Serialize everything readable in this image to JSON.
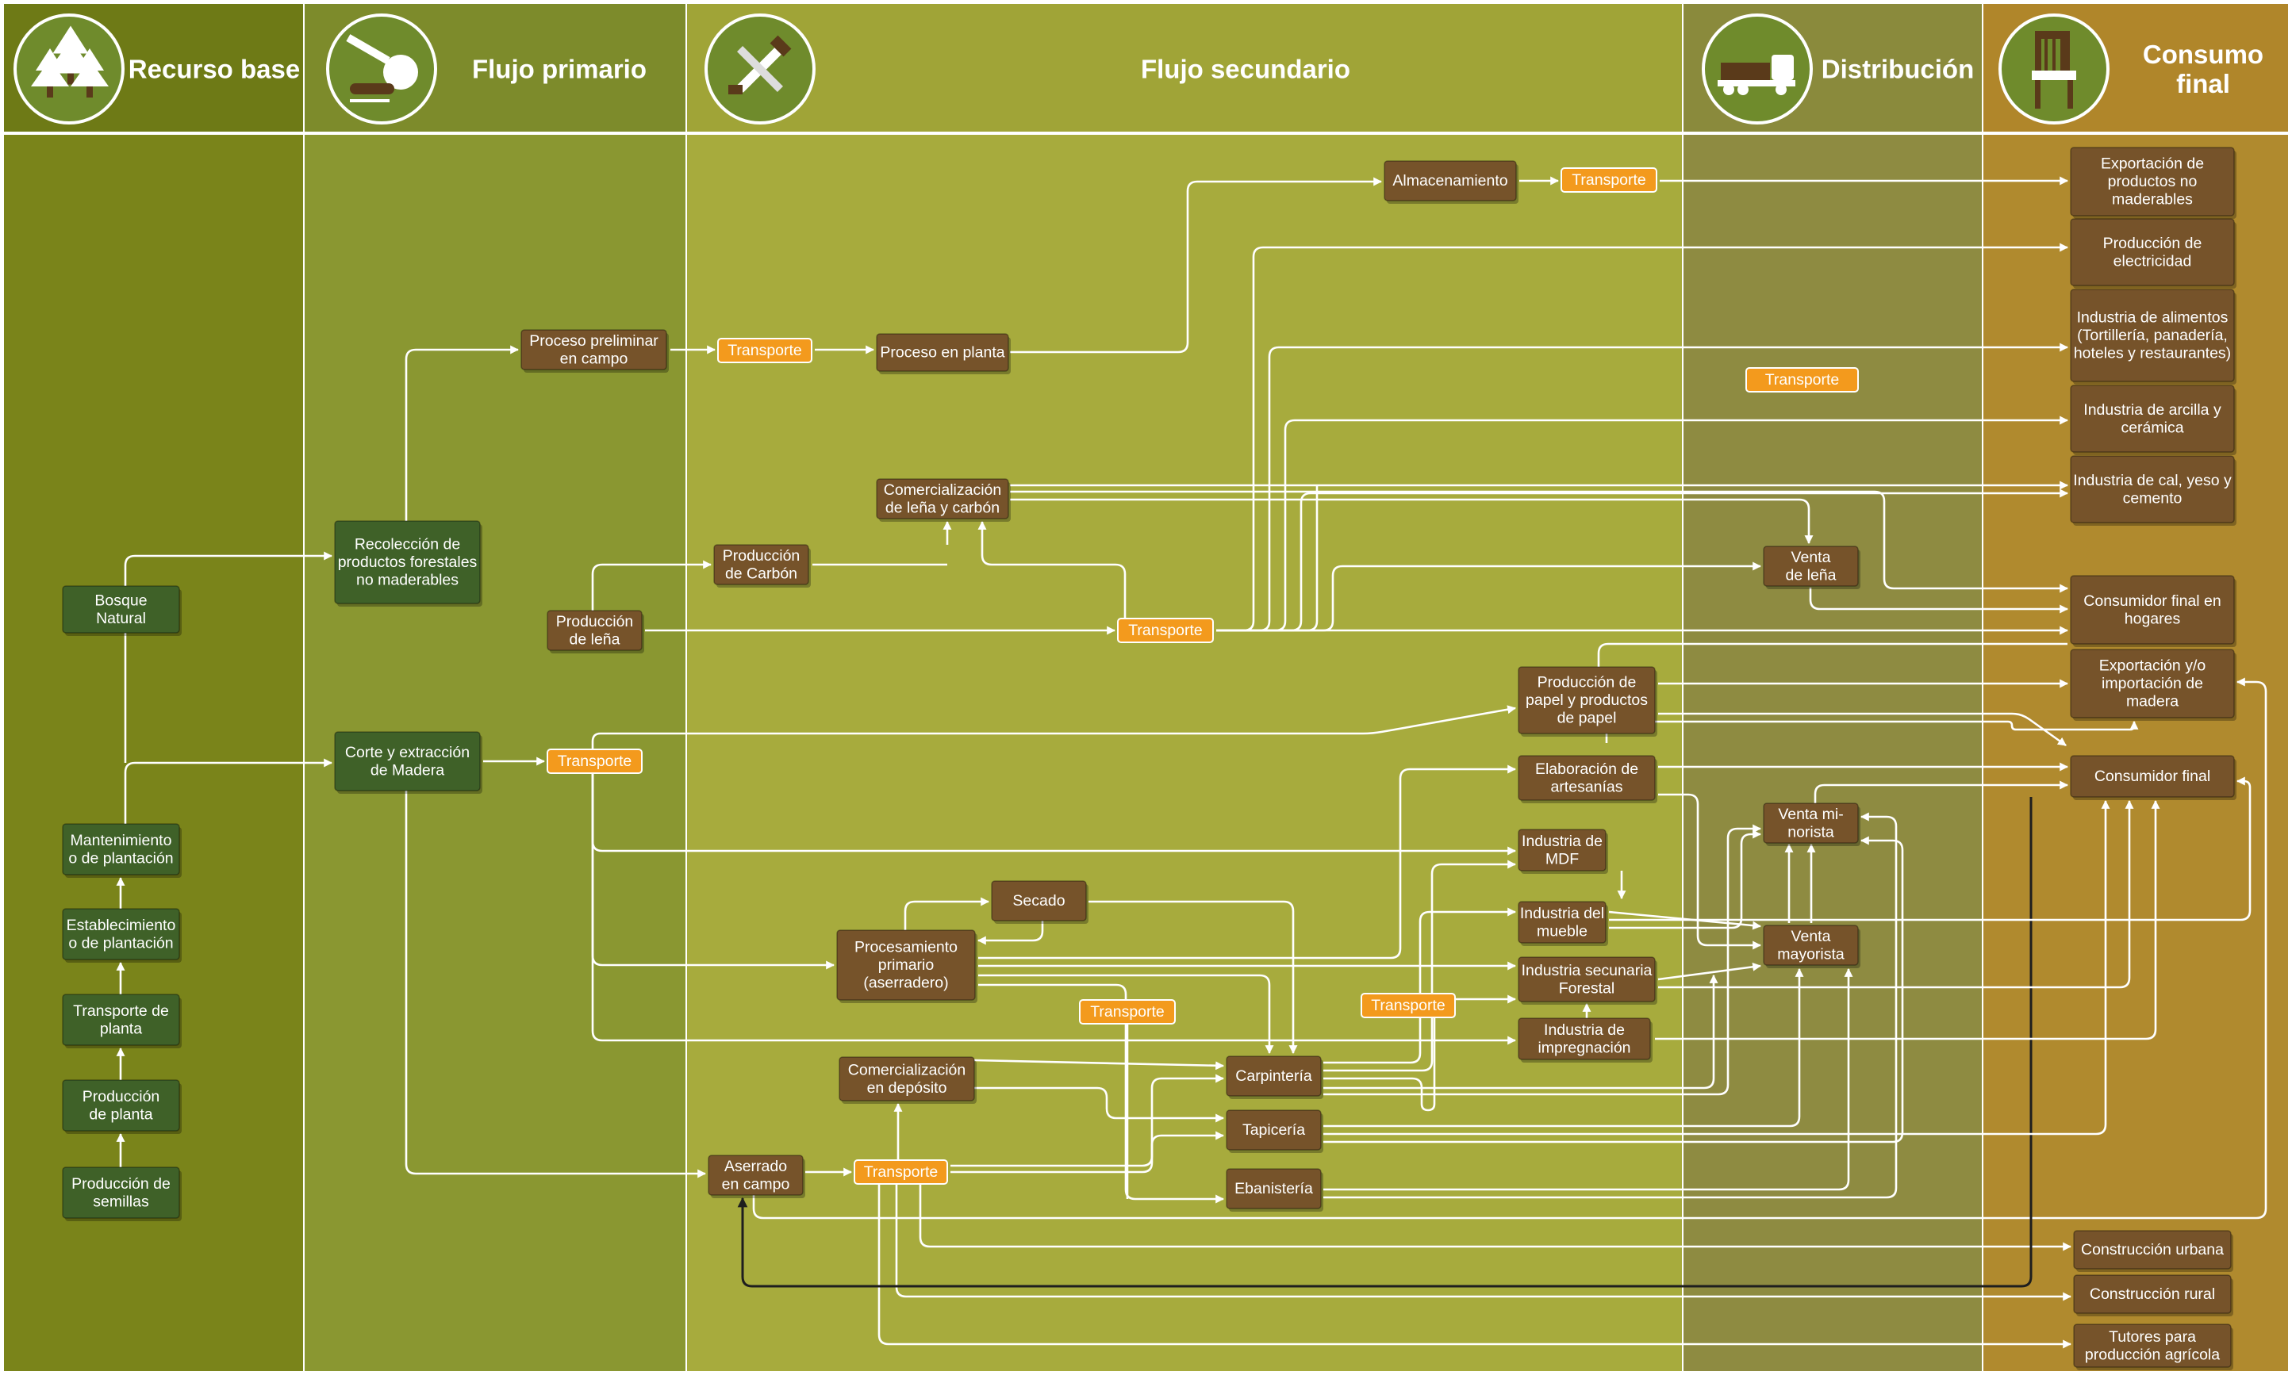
{
  "colors": {
    "band_recurso": "#7a841a",
    "band_primario": "#8a9731",
    "band_secundario": "#a7ab3d",
    "band_distribucion": "#8e8b41",
    "band_consumo": "#b08a2e",
    "header_recurso": "#6e7a16",
    "header_primario": "#7d8b2b",
    "header_secundario": "#a0a437",
    "header_distribucion": "#8a8a3c",
    "header_consumo": "#b0862a",
    "node_green": "#3f6128",
    "node_brown": "#76532a",
    "transport": "#f39a1d",
    "arrow": "#ffffff",
    "arrow_dark": "#1e1e1e"
  },
  "columns": [
    {
      "id": "recurso",
      "title": [
        "Recurso base"
      ],
      "icon": "trees-icon"
    },
    {
      "id": "primario",
      "title": [
        "Flujo primario"
      ],
      "icon": "saw-log-icon"
    },
    {
      "id": "secundario",
      "title": [
        "Flujo secundario"
      ],
      "icon": "tools-icon"
    },
    {
      "id": "distribucion",
      "title": [
        "Distribución"
      ],
      "icon": "truck-icon"
    },
    {
      "id": "consumo",
      "title": [
        "Consumo",
        "final"
      ],
      "icon": "chair-icon"
    }
  ],
  "transport_label": "Transporte",
  "nodes": [
    {
      "id": "bosque",
      "color": "green",
      "lines": [
        "Bosque",
        "Natural"
      ]
    },
    {
      "id": "mantenimiento",
      "color": "green",
      "lines": [
        "Mantenimiento",
        "o de plantación"
      ]
    },
    {
      "id": "establecimiento",
      "color": "green",
      "lines": [
        "Establecimiento",
        "o de plantación"
      ]
    },
    {
      "id": "transporte_planta",
      "color": "green",
      "lines": [
        "Transporte de",
        "planta"
      ]
    },
    {
      "id": "produccion_planta",
      "color": "green",
      "lines": [
        "Producción",
        "de planta"
      ]
    },
    {
      "id": "produccion_semillas",
      "color": "green",
      "lines": [
        "Producción de",
        "semillas"
      ]
    },
    {
      "id": "recoleccion",
      "color": "green",
      "lines": [
        "Recolección de",
        "productos forestales",
        "no maderables"
      ]
    },
    {
      "id": "corte",
      "color": "green",
      "lines": [
        "Corte y extracción",
        "de Madera"
      ]
    },
    {
      "id": "proceso_preliminar",
      "color": "brown",
      "lines": [
        "Proceso preliminar",
        "en campo"
      ]
    },
    {
      "id": "produccion_lena",
      "color": "brown",
      "lines": [
        "Producción",
        "de leña"
      ]
    },
    {
      "id": "proceso_planta",
      "color": "brown",
      "lines": [
        "Proceso en planta"
      ]
    },
    {
      "id": "produccion_carbon",
      "color": "brown",
      "lines": [
        "Producción",
        "de Carbón"
      ]
    },
    {
      "id": "comercializacion_lena",
      "color": "brown",
      "lines": [
        "Comercialización",
        "de leña y carbón"
      ]
    },
    {
      "id": "almacenamiento",
      "color": "brown",
      "lines": [
        "Almacenamiento"
      ]
    },
    {
      "id": "secado",
      "color": "brown",
      "lines": [
        "Secado"
      ]
    },
    {
      "id": "procesamiento",
      "color": "brown",
      "lines": [
        "Procesamiento",
        "primario",
        "(aserradero)"
      ]
    },
    {
      "id": "comercializacion_deposito",
      "color": "brown",
      "lines": [
        "Comercialización",
        "en depósito"
      ]
    },
    {
      "id": "aserrado",
      "color": "brown",
      "lines": [
        "Aserrado",
        "en campo"
      ]
    },
    {
      "id": "carpinteria",
      "color": "brown",
      "lines": [
        "Carpintería"
      ]
    },
    {
      "id": "tapiceria",
      "color": "brown",
      "lines": [
        "Tapicería"
      ]
    },
    {
      "id": "ebanisteria",
      "color": "brown",
      "lines": [
        "Ebanistería"
      ]
    },
    {
      "id": "papel",
      "color": "brown",
      "lines": [
        "Producción de",
        "papel y productos",
        "de papel"
      ]
    },
    {
      "id": "artesanias",
      "color": "brown",
      "lines": [
        "Elaboración de",
        "artesanías"
      ]
    },
    {
      "id": "mdf",
      "color": "brown",
      "lines": [
        "Industria de",
        "MDF"
      ]
    },
    {
      "id": "mueble",
      "color": "brown",
      "lines": [
        "Industria del",
        "mueble"
      ]
    },
    {
      "id": "secundaria",
      "color": "brown",
      "lines": [
        "Industria secunaria",
        "Forestal"
      ]
    },
    {
      "id": "impregnacion",
      "color": "brown",
      "lines": [
        "Industria de",
        "impregnación"
      ]
    },
    {
      "id": "venta_lena",
      "color": "brown",
      "lines": [
        "Venta",
        "de leña"
      ]
    },
    {
      "id": "venta_minorista",
      "color": "brown",
      "lines": [
        "Venta  mi-",
        "norista"
      ]
    },
    {
      "id": "venta_mayorista",
      "color": "brown",
      "lines": [
        "Venta",
        "mayorista"
      ]
    },
    {
      "id": "export_no_mad",
      "color": "brown",
      "lines": [
        "Exportación de",
        "productos no",
        "maderables"
      ]
    },
    {
      "id": "electricidad",
      "color": "brown",
      "lines": [
        "Producción de",
        "electricidad"
      ]
    },
    {
      "id": "alimentos",
      "color": "brown",
      "lines": [
        "Industria de alimentos",
        "(Tortillería, panadería,",
        "hoteles y restaurantes)"
      ]
    },
    {
      "id": "arcilla",
      "color": "brown",
      "lines": [
        "Industria de arcilla y",
        "cerámica"
      ]
    },
    {
      "id": "cal",
      "color": "brown",
      "lines": [
        "Industria de cal, yeso y",
        "cemento"
      ]
    },
    {
      "id": "consumidor_hogares",
      "color": "brown",
      "lines": [
        "Consumidor final en",
        "hogares"
      ]
    },
    {
      "id": "export_madera",
      "color": "brown",
      "lines": [
        "Exportación y/o",
        "importación de",
        "madera"
      ]
    },
    {
      "id": "consumidor_final",
      "color": "brown",
      "lines": [
        "Consumidor final"
      ]
    },
    {
      "id": "construccion_urbana",
      "color": "brown",
      "lines": [
        "Construcción urbana"
      ]
    },
    {
      "id": "construccion_rural",
      "color": "brown",
      "lines": [
        "Construcción rural"
      ]
    },
    {
      "id": "tutores",
      "color": "brown",
      "lines": [
        "Tutores para",
        "producción agrícola"
      ]
    }
  ],
  "transports": [
    {
      "id": "t_preliminar"
    },
    {
      "id": "t_almacen"
    },
    {
      "id": "t_distribucion"
    },
    {
      "id": "t_lena"
    },
    {
      "id": "t_corte"
    },
    {
      "id": "t_procesamiento"
    },
    {
      "id": "t_mueble"
    },
    {
      "id": "t_aserrado"
    }
  ]
}
